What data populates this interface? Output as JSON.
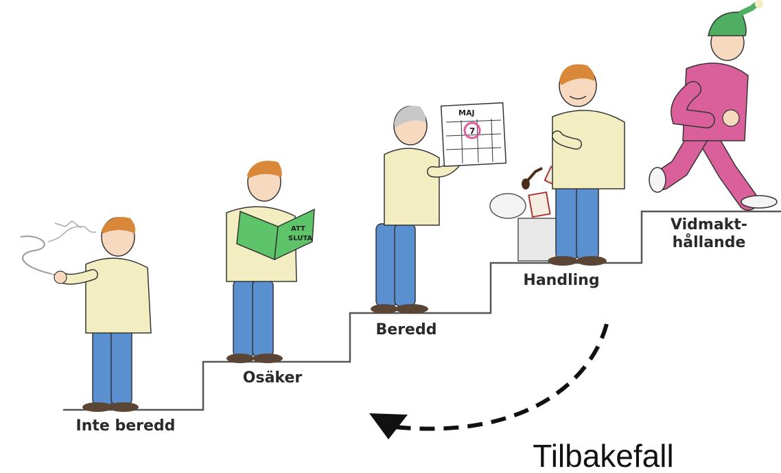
{
  "stages": [
    {
      "id": "precontemplation",
      "label": "Inte beredd"
    },
    {
      "id": "contemplation",
      "label": "Osäker"
    },
    {
      "id": "preparation",
      "label": "Beredd"
    },
    {
      "id": "action",
      "label": "Handling"
    },
    {
      "id": "maintenance",
      "label_line1": "Vidmakt-",
      "label_line2": "hållande"
    }
  ],
  "props": {
    "book_text_line1": "ATT",
    "book_text_line2": "SLUTA",
    "calendar_month": "MAJ",
    "calendar_day": "7"
  },
  "relapse": {
    "label": "Tilbakefall"
  },
  "colors": {
    "shirt": "#f2eec2",
    "jeans": "#5a8fd0",
    "hair": "#d9883a",
    "skin": "#f6d9bf",
    "book": "#5ec46a",
    "tracksuit": "#d9609a",
    "hat": "#4fae62",
    "line": "#333333"
  }
}
